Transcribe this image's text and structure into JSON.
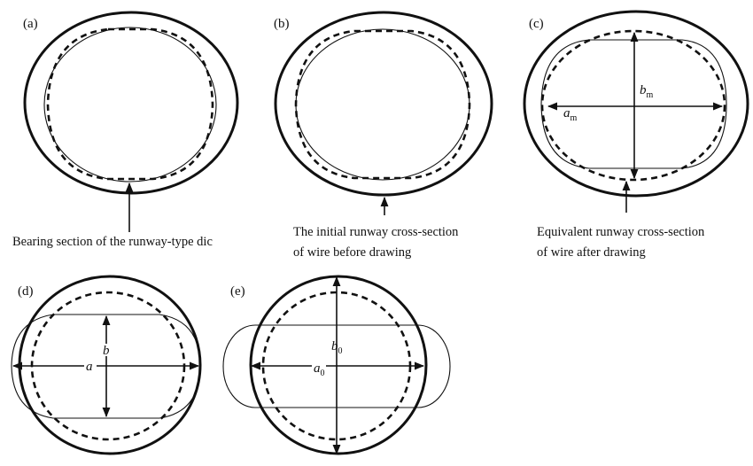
{
  "panels": {
    "a": {
      "label": "(a)",
      "caption": [
        "Bearing section of the runway-type dic"
      ]
    },
    "b": {
      "label": "(b)",
      "caption": [
        "The initial runway cross-section",
        "of wire before drawing"
      ]
    },
    "c": {
      "label": "(c)",
      "caption": [
        "Equivalent runway cross-section",
        "of wire after drawing"
      ],
      "dim_b": "b",
      "dim_b_sub": "m",
      "dim_a": "a",
      "dim_a_sub": "m"
    },
    "d": {
      "label": "(d)",
      "dim_b": "b",
      "dim_a": "a"
    },
    "e": {
      "label": "(e)",
      "dim_b": "b",
      "dim_b_sub": "0",
      "dim_a": "a",
      "dim_a_sub": "0"
    }
  }
}
